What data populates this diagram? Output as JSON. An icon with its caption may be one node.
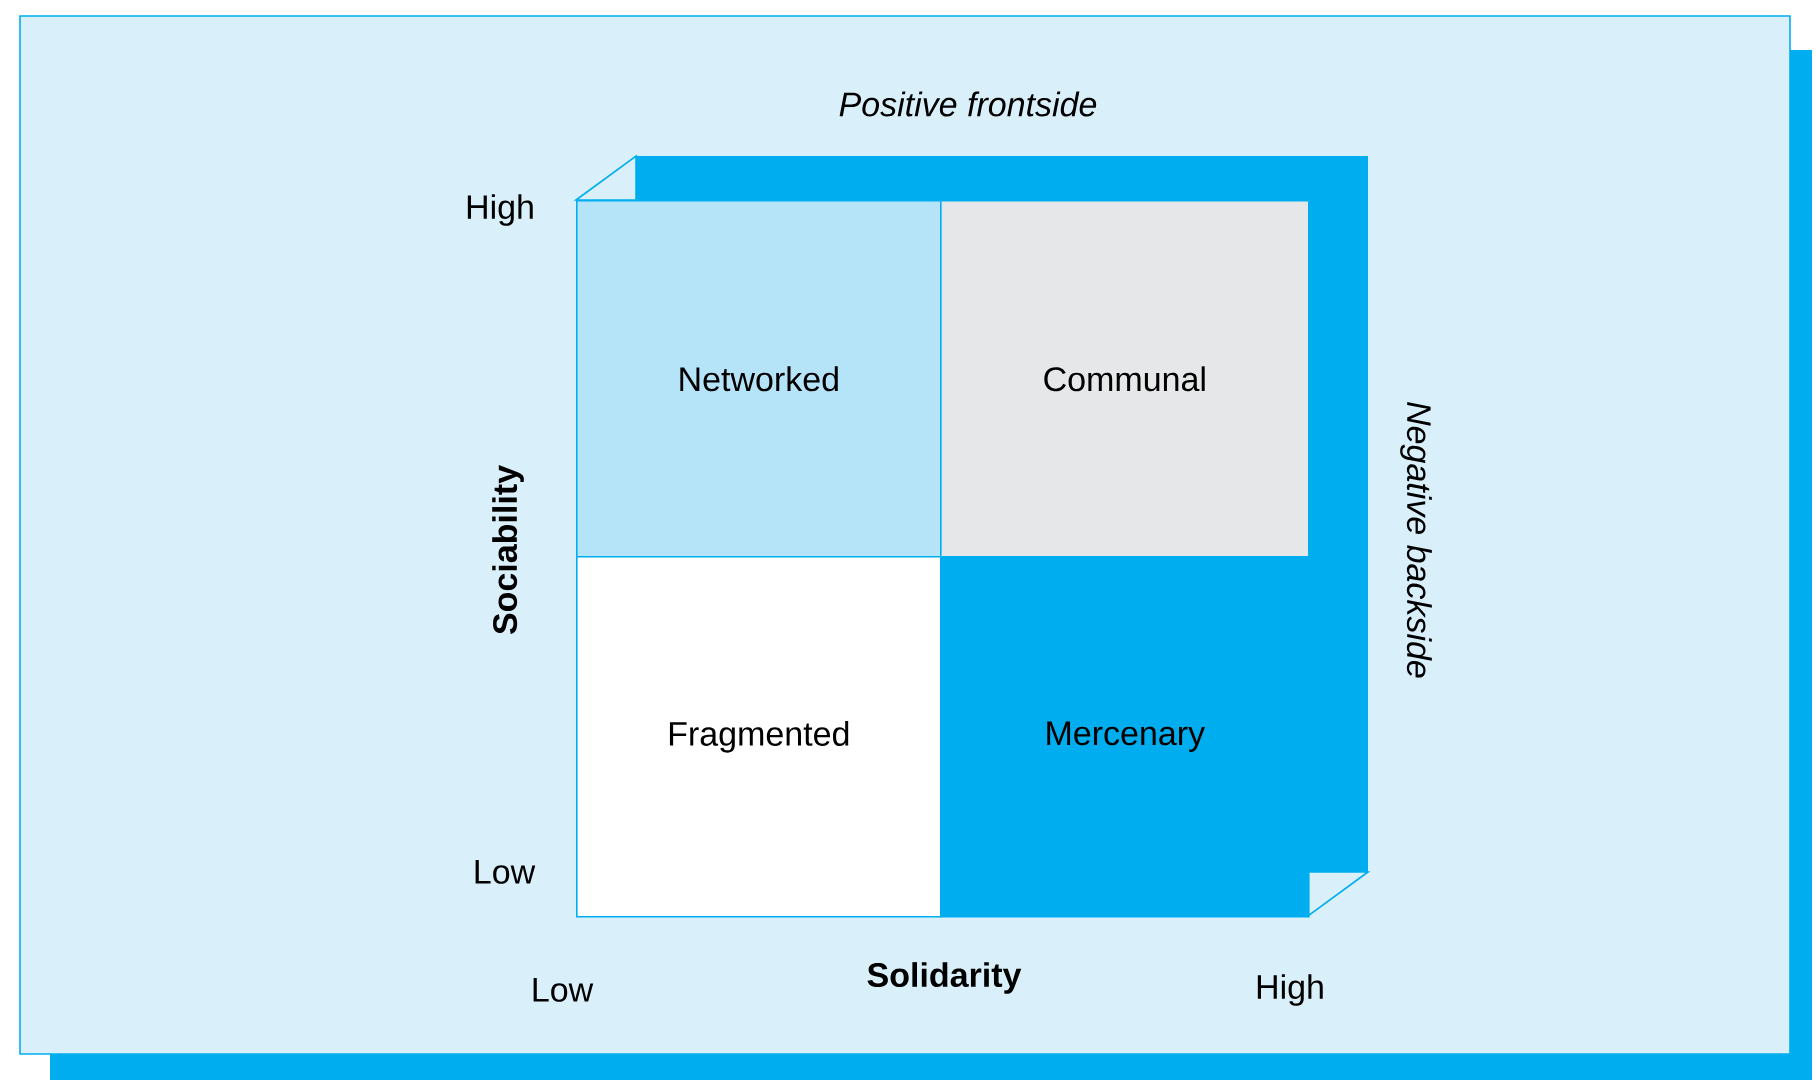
{
  "diagram": {
    "nodes": [
      {
        "text": [
          "Networked"
        ]
      },
      {
        "text": [
          "Communal"
        ]
      },
      {
        "text": [
          "Fragmented"
        ]
      },
      {
        "text": [
          "Mercenary"
        ]
      }
    ],
    "labels": [
      "Positive frontside",
      "High",
      "Negative backside",
      "Sociability",
      "Low",
      "Low",
      "Solidarity",
      "High"
    ]
  }
}
